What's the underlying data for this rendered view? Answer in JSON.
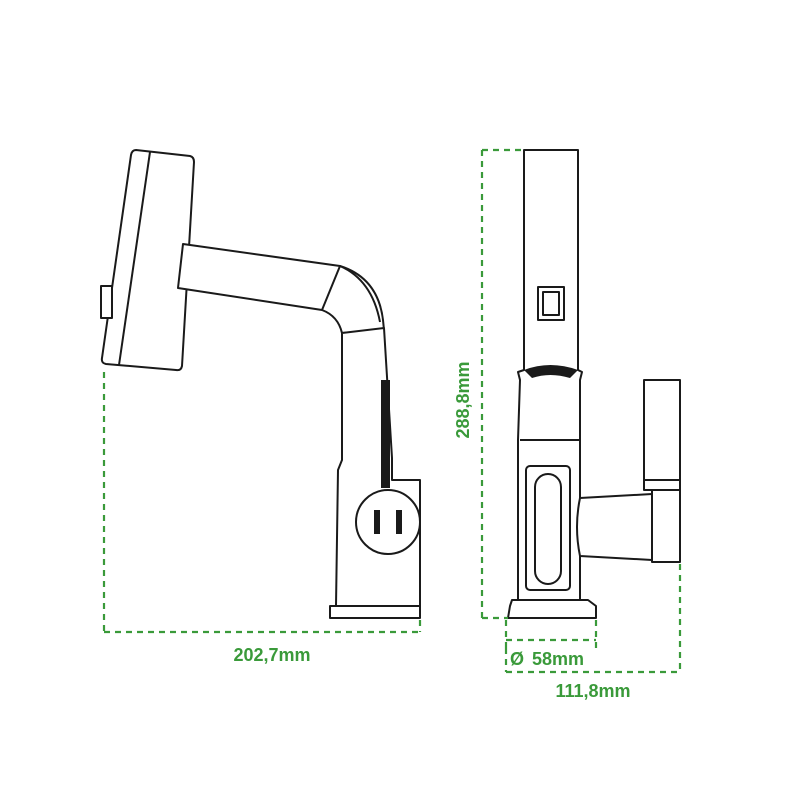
{
  "colors": {
    "dimension": "#3a9a3a",
    "outline": "#1a1a1a",
    "background": "#ffffff"
  },
  "dimensions": {
    "width_side": "202,7mm",
    "height": "288,8mm",
    "base_diameter": "58mm",
    "width_front": "111,8mm",
    "diameter_symbol": "Ø"
  }
}
